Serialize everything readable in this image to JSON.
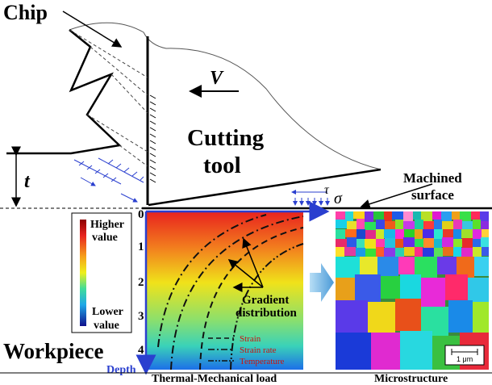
{
  "labels": {
    "chip": "Chip",
    "velocity": "V",
    "cutting_tool_line1": "Cutting",
    "cutting_tool_line2": "tool",
    "depth_of_cut": "t",
    "machined_surface_line1": "Machined",
    "machined_surface_line2": "surface",
    "tau": "τ",
    "sigma": "σ",
    "workpiece": "Workpiece"
  },
  "colorbar": {
    "high_line1": "Higher",
    "high_line2": "value",
    "low_line1": "Lower",
    "low_line2": "value"
  },
  "load_panel": {
    "depth_ticks": [
      "0",
      "1",
      "2",
      "3",
      "4"
    ],
    "depth_label": "Depth",
    "caption": "Thermal-Mechanical load",
    "annotation_line1": "Gradient",
    "annotation_line2": "distribution",
    "legend": [
      {
        "label": "Strain",
        "style": "dash"
      },
      {
        "label": "Strain rate",
        "style": "dash-dot"
      },
      {
        "label": "Temperature",
        "style": "dash-dot-dot"
      }
    ],
    "legend_text_color": "#cc1111"
  },
  "micro_panel": {
    "caption": "Microstructure",
    "scale_bar": "1 μm"
  },
  "colors": {
    "gradient_top": "#e8231e",
    "gradient_mid": "#f0e21a",
    "gradient_lower": "#3ad2b8",
    "gradient_bottom": "#1d6fe8",
    "axis_blue": "#2a3fcf",
    "arrow_light_blue": "#5aaee0"
  }
}
